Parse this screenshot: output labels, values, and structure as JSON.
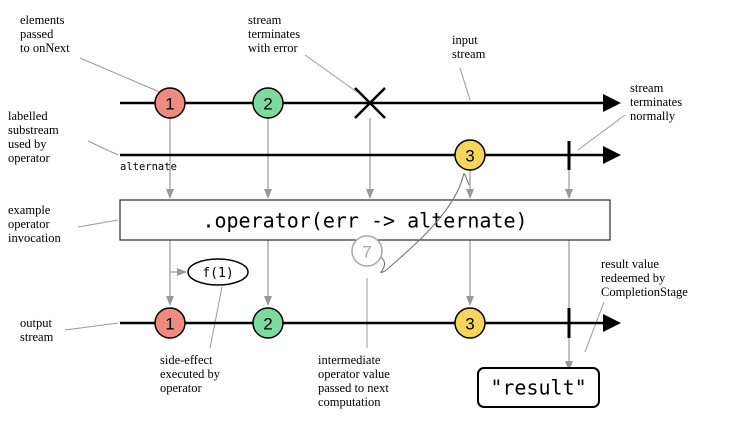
{
  "colors": {
    "red": "#ef8a80",
    "green": "#7ddba0",
    "yellow": "#f6d55c",
    "arrow_gray": "#999999",
    "line_black": "#000000",
    "intermediate_stroke": "#a8a8a8"
  },
  "elements": {
    "one": "1",
    "two": "2",
    "three": "3",
    "seven": "7"
  },
  "code": {
    "operator": ".operator(err -> alternate)",
    "substream_label": "alternate",
    "side_effect": "f(1)",
    "result": "\"result\""
  },
  "annotations": {
    "elements_passed": [
      "elements",
      "passed",
      "to onNext"
    ],
    "stream_error": [
      "stream",
      "terminates",
      "with error"
    ],
    "input_stream": [
      "input",
      "stream"
    ],
    "stream_normal": [
      "stream",
      "terminates",
      "normally"
    ],
    "labelled_substream": [
      "labelled",
      "substream",
      "used by",
      "operator"
    ],
    "example_operator": [
      "example",
      "operator",
      "invocation"
    ],
    "output_stream": [
      "output",
      "stream"
    ],
    "side_effect_note": [
      "side-effect",
      "executed by",
      "operator"
    ],
    "intermediate_note": [
      "intermediate",
      "operator value",
      "passed to next",
      "computation"
    ],
    "result_note": [
      "result value",
      "redeemed by",
      "CompletionStage"
    ]
  }
}
